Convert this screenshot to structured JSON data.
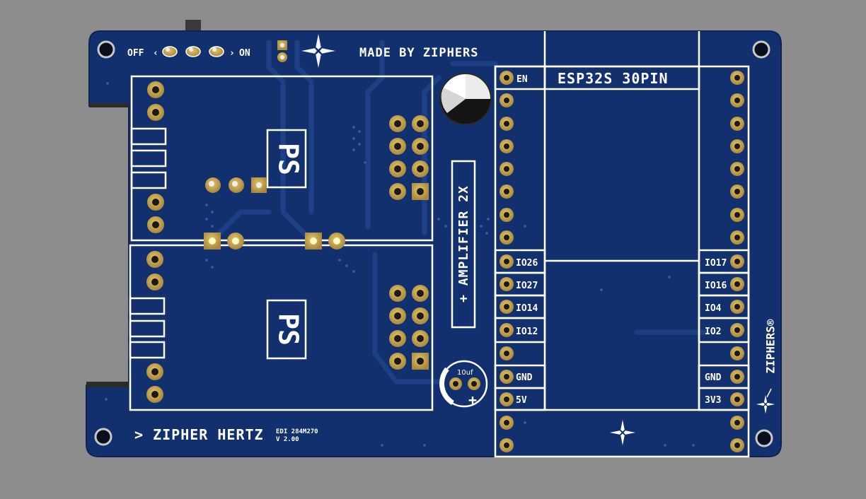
{
  "board": {
    "colors": {
      "background": "#8d8d8d",
      "solder_mask": "#13306e",
      "trace": "#1d3f86",
      "silkscreen": "#ffffff",
      "copper_pad": "#c9a84a",
      "hole": "#0a0f1e"
    },
    "switch": {
      "off_label": "OFF",
      "on_label": "ON"
    },
    "maker_label": "MADE BY ZIPHERS",
    "esp_title": "ESP32S 30PIN",
    "amplifier_label": "+ AMPLIFIER 2X",
    "capacitor_label": "10uf",
    "brand_vertical": "ZIPHERS®",
    "product_name": "> ZIPHER HERTZ",
    "edition_line1": "EDI 284M270",
    "edition_line2": "V 2.00",
    "ps_module_label": "PS",
    "pin_labels_left": [
      "EN",
      "IO26",
      "IO27",
      "IO14",
      "IO12",
      "GND",
      "5V"
    ],
    "pin_labels_right": [
      "IO17",
      "IO16",
      "IO4",
      "IO2",
      "GND",
      "3V3"
    ]
  }
}
